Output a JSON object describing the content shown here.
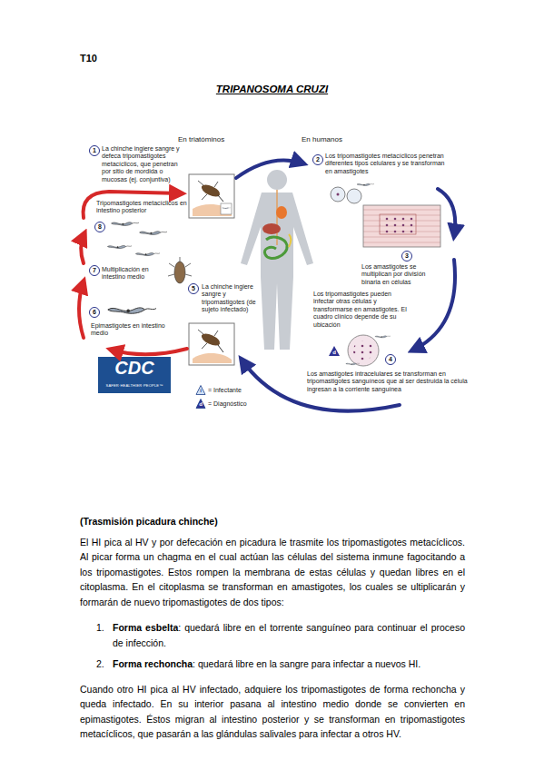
{
  "diagram": {
    "title": "TRIPANOSOMA CRUZI",
    "labels": [
      "T10",
      "En triatóminos",
      "En humanos",
      "1",
      "La chinche ingiere sangre y defeca tripomastigotes metacíclicos, que penetran por sitio de mordida o mucosas (ej. conjuntiva)",
      "2",
      "Los tripomastigotes metacíclicos penetran diferentes tipos celulares y se transforman en amastigotes",
      "3",
      "Los amastigotes se multiplican por división binaria en células",
      "Los tripomastigotes pueden infectar otras células y transformarse en amastigotes. El cuadro clínico depende de su ubicación",
      "4",
      "Los amastigotes intracelulares se transforman en tripomastigotes sanguíneos que al ser destruida la célula ingresan a la corriente sanguínea",
      "5",
      "La chinche ingiere sangre y tripomastigotes (de sujeto infectado)",
      "6",
      "Epimastigotes en intestino medio",
      "7",
      "Multiplicación en intestino medio",
      "8",
      "Tripomastigotes metacíclicos en intestino posterior",
      "d",
      "CDC",
      "SAFER·HEALTHIER·PEOPLE™",
      "(Trasmisión picadura chinche)",
      "El HI pica al HV y por defecación en picadura le trasmite los tripomastigotes metacíclicos. Al picar forma un chagma en el cual actúan las células del sistema inmune fagocitando a los tripomastigotes. Estos rompen la membrana de estas células y quedan libres en el citoplasma. En el citoplasma se transforman en amastigotes, los cuales se ultiplicarán y formarán de nuevo tripomastigotes de dos tipos:",
      "1.",
      "Forma esbelta",
      ": quedará libre en el torrente sanguíneo para continuar el proceso de infección.",
      "2.",
      "Forma rechoncha",
      ": quedará libre en la sangre para infectar a nuevos HI.",
      "Cuando otro HI pica al HV infectado, adquiere los tripomastigotes de forma rechoncha y queda infectado. En su interior pasana al intestino medio donde se convierten en epimastigotes. Éstos migran al intestino posterior y se transforman en tripomastigotes metacíclicos, que pasarán a las glándulas salivales para infectar a otros HV.",
      "i",
      "d"
    ],
    "legend": [
      {
        "text": "= Infectante"
      },
      {
        "text": "= Diagnóstico"
      }
    ]
  }
}
